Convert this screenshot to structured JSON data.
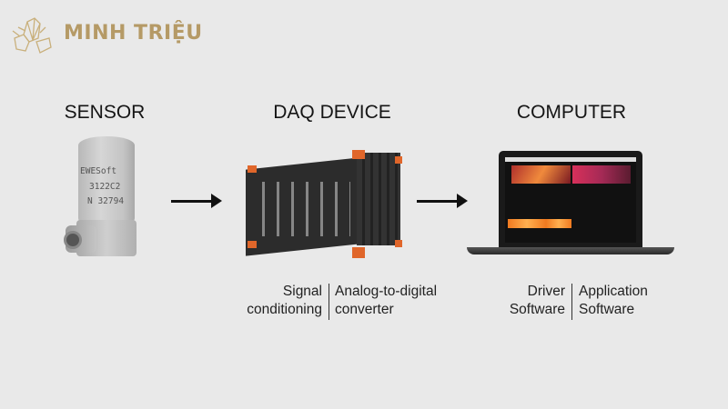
{
  "logo": {
    "text": "MINH TRIỆU",
    "icon": "crystal-lotus-icon",
    "color": "#b59a66"
  },
  "stages": [
    {
      "title": "SENSOR",
      "device_text": [
        "EWESoft",
        "3122C2",
        "N 32794"
      ]
    },
    {
      "title": "DAQ DEVICE",
      "captions": {
        "left": [
          "Signal",
          "conditioning"
        ],
        "right": [
          "Analog-to-digital",
          "converter"
        ]
      }
    },
    {
      "title": "COMPUTER",
      "captions": {
        "left": [
          "Driver",
          "Software"
        ],
        "right": [
          "Application",
          "Software"
        ]
      }
    }
  ],
  "colors": {
    "background": "#e9e9e9",
    "daq_accent": "#e0662a"
  }
}
